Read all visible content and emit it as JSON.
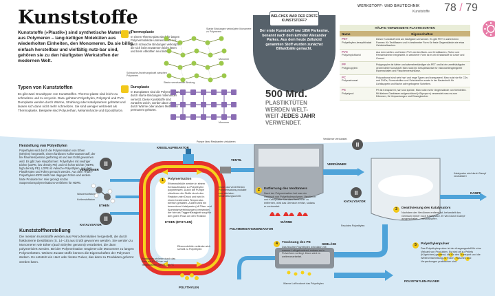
{
  "page": {
    "title": "Kunststoffe",
    "intro": "Kunststoffe (»Plastik«) sind synthetische Materialien aus Polymeren – lang-kettigen Molekülen aus wiederholten Einheiten, den Monomeren. Da sie billig, einfach herstellbar und vielfältig nutz-bar sind, gehören sie zu den häufigsten Werkstoffen der modernen Welt.",
    "types_heading": "Typen von Kunststoffen",
    "types_text": "Es gibt zwei Grundtypen von Kunststoffen. Thermo-plaste sind leicht zu schmelzen und zu recyceln. Dazu gehören Polyethylen, Polystyrol und PVC. Duroplaste werden durch Wärme, Strahlung oder Katalysatoren gehärtet und lassen sich dann nicht mehr schmelzen. Sie sind weniger verbreitet als Thermoplaste. Beispiele sind Polyurethan, Melaminharze und Epoxidharze.",
    "header_section": "WERKSTOFF- UND BAUTECHNIK",
    "header_sub": "Kunststoffe",
    "page_left": "78",
    "page_sep": "/",
    "page_right": "79"
  },
  "thermo": {
    "title": "Thermoplaste",
    "text": "In einem Thermo-plast sind die langen Polymermoleküle untereinander nur durch schwache Bindungen verknüpft, die sich beim Erwärmen leicht lösen und beim Abkühlen neu bilden.",
    "note_top": "Starke Bindungen verknüpfen Monomere zu Polymeren",
    "note_mid": "Monomer",
    "note_bottom": "Schwache Anziehungskraft zwischen Polymeren",
    "color": "#9cc84a"
  },
  "duro": {
    "title": "Duroplaste",
    "text": "In Duroplasten sind die Polymerketten durch starke Bindungen miteinander vernetzt. Diese Kunststoffe sind zunächst weich, werden dann aber durch Wärme oder andere Methoden permanent gehärtet.",
    "note_top": "Starke vernetzende Bindung",
    "note_mid": "Monomer",
    "color": "#8a6cb4"
  },
  "badge": {
    "heading": "WELCHES WAR DER ERSTE KUNSTSTOFF?",
    "text": "Der erste Kunststoff war 1856 Parkesine, benannt nach dem Erfinder Alexander Parkes. Aus dem heute Zelluloid genannten Stoff wurden zunächst Billardbälle gemacht."
  },
  "stat": {
    "number": "500 Mrd.",
    "text_1": "PLASTIKTÜTEN",
    "text_2": "WERDEN WELT-",
    "text_3": "WEIT",
    "text_bold": "JEDES JAHR",
    "text_4": "VERWENDET."
  },
  "table": {
    "caption": "HÄUFIG VERWENDETE PLASTIKSORTEN",
    "col_name": "Name",
    "col_prop": "Eigenschaften",
    "rows": [
      {
        "code": "PET",
        "name": "Polyethylen-terephthalat",
        "prop": "Dieser Kunststoff wird am häufigsten verwendet. Es gibt PET in zahlreichen Formen: für Textilfasern und in bestimmter Form für feste Gegenstände wie etwa Getränkeflaschen."
      },
      {
        "code": "PVC",
        "name": "Polyvinylchlorid",
        "prop": "Aus dem steifen und festen PVC werden Bank- und Kreditkarten, Rohre und Fensterrahmen hergestellt. In weicherer Form ist es ein Ersatzstoff für Leder und Gummi."
      },
      {
        "code": "PP",
        "name": "Polypropylen",
        "prop": "Polypropylen ist härter und wärmebeständiger als PET und ist ein zweithäufigster verwendeter Kunststoff. Man nutzt ihn beispielsweise für mikrowellengeeignete Essenschalen und Flaschenverschlüsse."
      },
      {
        "code": "PC",
        "name": "Polycarbonat",
        "prop": "Polycarbonat sind sehr hart und enge Typen und transparent. Man nutzt sie für CDs und DVDs, Sonnenbrillen und Schutzbrillen sowie in der Bautechnik für Lichtkuppeln und flache oder gebogene Scheiben."
      },
      {
        "code": "PS",
        "name": "Polystyrol",
        "prop": "PS ist transparent, hart und spröde. Man nutzt es für Gegenstände von Kleinteilen. Mit kleinen Gasblasen aufgeschäumt (»Styropor«) verwendet man es zum Dämmen, für Verpackungen und Einwegbecher."
      }
    ]
  },
  "polyethylen": {
    "heading": "Herstellung von Polyethylen",
    "text": "Polyethylen wird durch die Polymerisation von Ethen (Ethylen) hergestellt, einem farblosen Kohlenwasserstoff, der bei Raumtemperatur gasförmig ist und aus Erdöl gewonnen wird. Es gibt zwei Hauptformen: Polyethylen mit niedriger Dichte (LDPE, low density PE) und mit hoher Dichte (HDPE, high density PE). LDPE ist »Weich«-Polyethylen, aus dem Plastik-tüten und Folien gemacht werden. Aus dem »Hart«-Polyethylen HDPE stellt man dagegen Rohre und andere harte Produkte her. Hier gezeigt ist das Suspensionspolymerisations-verfahren für HDPE."
  },
  "production": {
    "heading": "Kunststoffherstellung",
    "text": "Die meisten Kunststoffe werden aus Petrochemikalien hergestellt, die durch fraktionierte Destillation (S. 14–15) aus Erdöl gewonnen werden. Sie werden zu Monomeren wie Ethen (auch Ethylen genannt) verarbeitet, die dann polymerisiert werden. Bei der Polymerisation reagieren die Monomere zu langen Polymerketten. Weitere Zusatz-stoffe können die Eigenschaften der Polymere ändern. Es entsteht ein Harz oder festes Pulver, das dann zu Produkten geformt werden kann."
  },
  "diagram": {
    "verduenner": "VERDÜNNER",
    "katalysator": "KATALYSATOR",
    "ethen": "ETHEN",
    "wasserstoff": "Wasserstoffatom",
    "kohlenstoff": "Kohlenstoffatom",
    "kreislaufreaktor": "KREISLAUFREAKTOR",
    "pumpe": "Pumpe lässt Reaktanten zirkulieren",
    "ventil": "VENTIL",
    "ethen_ethylen": "ETHEN (ETHYLEN)",
    "polymerisation_reaktor": "POLYMERISATIONSREAKTOR",
    "durch_fliessen": "Durch das Ventil fließen Polymerisations-produkte zum nächsten Verarbeitungsschritt.",
    "reaktanten": "Reaktanten strömen durch das Rohr mit 10–80 bar und Temperaturen von 75–150 °C",
    "ethenmolekuele": "Ethenmoleküle verbinden sich schnell zu Polyethylen",
    "polythylen": "POLYTHYLEN",
    "waerme": "WÄRME",
    "verduenner_verdunstet": "Verdünner verdunstet.",
    "feuchtes_pe": "Feuchtes Polyethylen",
    "geblaese": "GEBLÄSE",
    "warme_luft": "Warme Luft trocknet das Polyethylen",
    "dampf": "DAMPF",
    "katalysator_dampf": "Katalysator wird durch Dampf neutralisiert",
    "pulver": "POLYETHYLEN-PULVER",
    "step_1_h": "Polymerisation",
    "step_1_t": "Ethenmoleküle werden in einem Kreislaufreaktor zu Polyethylen polymerisiert. Durch die Pumpe zirkulieren die Stoffe durch den Reaktor unter Druck und wird in einem bestimmten Temperatur-bereich gehalten. Zudem wird ein besonderer Katalysator (oft Titan- und Aluminiumverbindungen) verwendet, der hier als Triggerflüssigkeit sorgt für den guten Fluss um den Reaktor.",
    "step_2_h": "Entfernung des Verdünners",
    "step_2_t": "Nach der Polymerisation hat man ein Gemisch von Polyethylenpolymer. Verdünner und Katalysator. Um den Verdünner zu entfernen, wird das Gemisch erhitzt, sodass er verdunstet.",
    "step_3_h": "Deaktivierung des Katalysators",
    "step_3_t": "Nachdem der Verdünner entfernt ist, behandelt das Gemisch immer noch Katalysator. Er wird durch Dampf ausgeschaltet – »neutralisiert«.",
    "step_4_h": "Trocknung des PE",
    "step_4_t": "Das feuchte Polyethylen wird dann mit warmer Luft getrocknet, sodass es in Pulverform vorliegt. Dann wird es weiterverarbeitet.",
    "step_5_h": "Polyethylenpulver",
    "step_5_t": "Das Polyethylenpulver ist der Ausgangsstoff für eine Vielzahl von Produkten. Es wird oft zu Pellets (Kügelchen) gepresst, die für den Transport und die Weiterverarbeitung zu Folien, Flaschen und Verpackungen praktischer sind."
  },
  "colors": {
    "reactor_red": "#e5322d",
    "reactor_yellow": "#f6d21c",
    "pipe_blue": "#4ea3d9",
    "bg_blue": "#d7e9f5",
    "accent_pink": "#e77da8"
  }
}
